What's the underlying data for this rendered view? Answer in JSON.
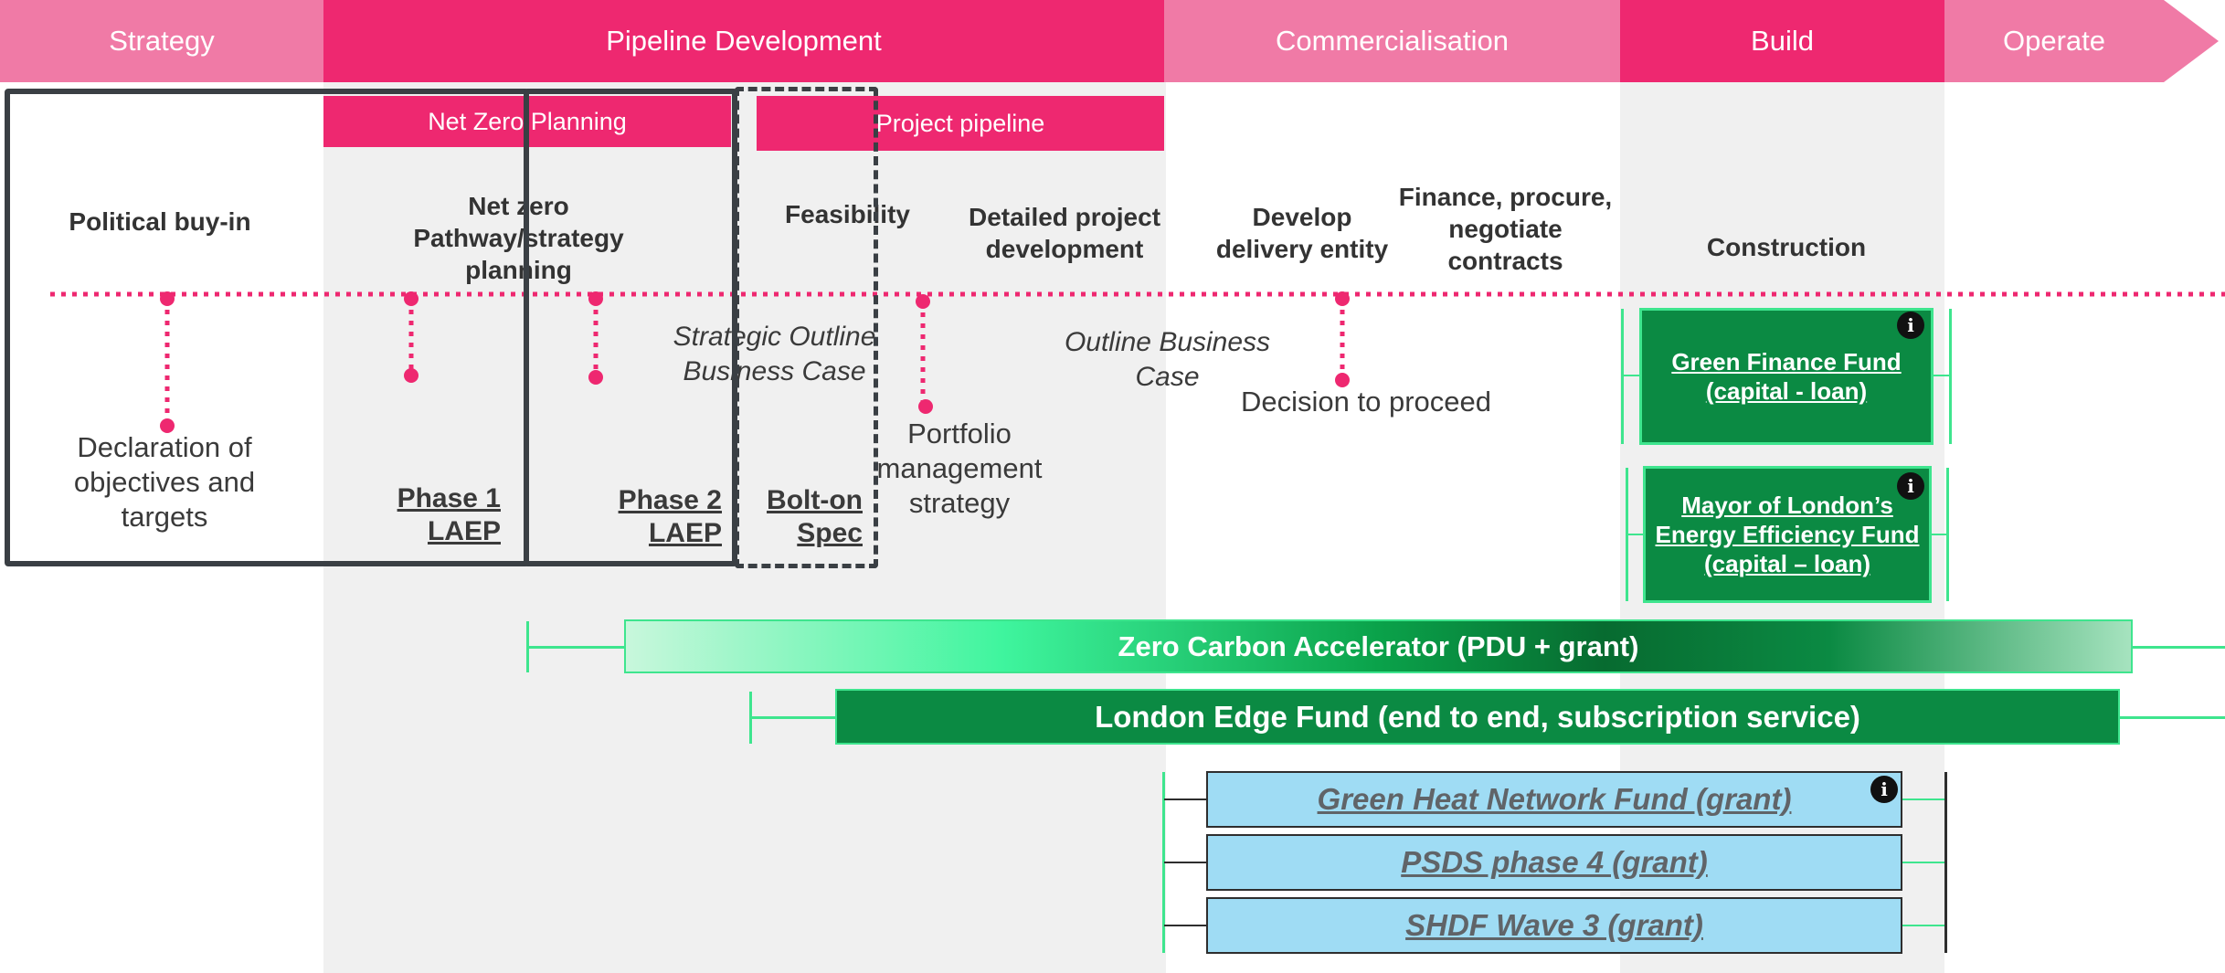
{
  "colors": {
    "phase_pink": "#f07aa6",
    "phase_magenta": "#ee2870",
    "dotted_line": "#ee2870",
    "fund_green": "#0b8a43",
    "fund_light_green": "#3ee58e",
    "fund_blue": "#9fdcf4",
    "frame": "#3a3f44",
    "column_shade": "#f0f0f0"
  },
  "phases": [
    {
      "label": "Strategy"
    },
    {
      "label": "Pipeline Development"
    },
    {
      "label": "Commercialisation"
    },
    {
      "label": "Build"
    },
    {
      "label": "Operate"
    }
  ],
  "banners": {
    "net_zero_planning": "Net Zero Planning",
    "project_pipeline": "Project pipeline"
  },
  "stages": {
    "political": "Political buy-in",
    "net_zero": "Net zero Pathway/strategy planning",
    "feasibility": "Feasibility",
    "detailed": "Detailed project development",
    "delivery": "Develop delivery entity",
    "finance": "Finance, procure, negotiate contracts",
    "construction": "Construction"
  },
  "milestones": {
    "declaration": "Declaration of objectives and targets",
    "sobc": "Strategic Outline Business Case",
    "obc": "Outline Business Case",
    "portfolio": "Portfolio management strategy",
    "decision": "Decision to proceed"
  },
  "laep": {
    "phase1": "Phase 1 LAEP",
    "phase2": "Phase 2 LAEP",
    "bolt_on": "Bolt-on Spec"
  },
  "funds": {
    "green_finance": "Green Finance Fund (capital - loan)",
    "mayor": "Mayor of London’s Energy Efficiency Fund (capital – loan)",
    "zca": "Zero Carbon Accelerator (PDU + grant)",
    "edge": "London Edge Fund (end to end, subscription service)",
    "ghnf": "Green Heat Network Fund (grant)",
    "psds": "PSDS phase 4 (grant)",
    "shdf": "SHDF Wave 3 (grant)"
  },
  "info_icon_glyph": "i"
}
